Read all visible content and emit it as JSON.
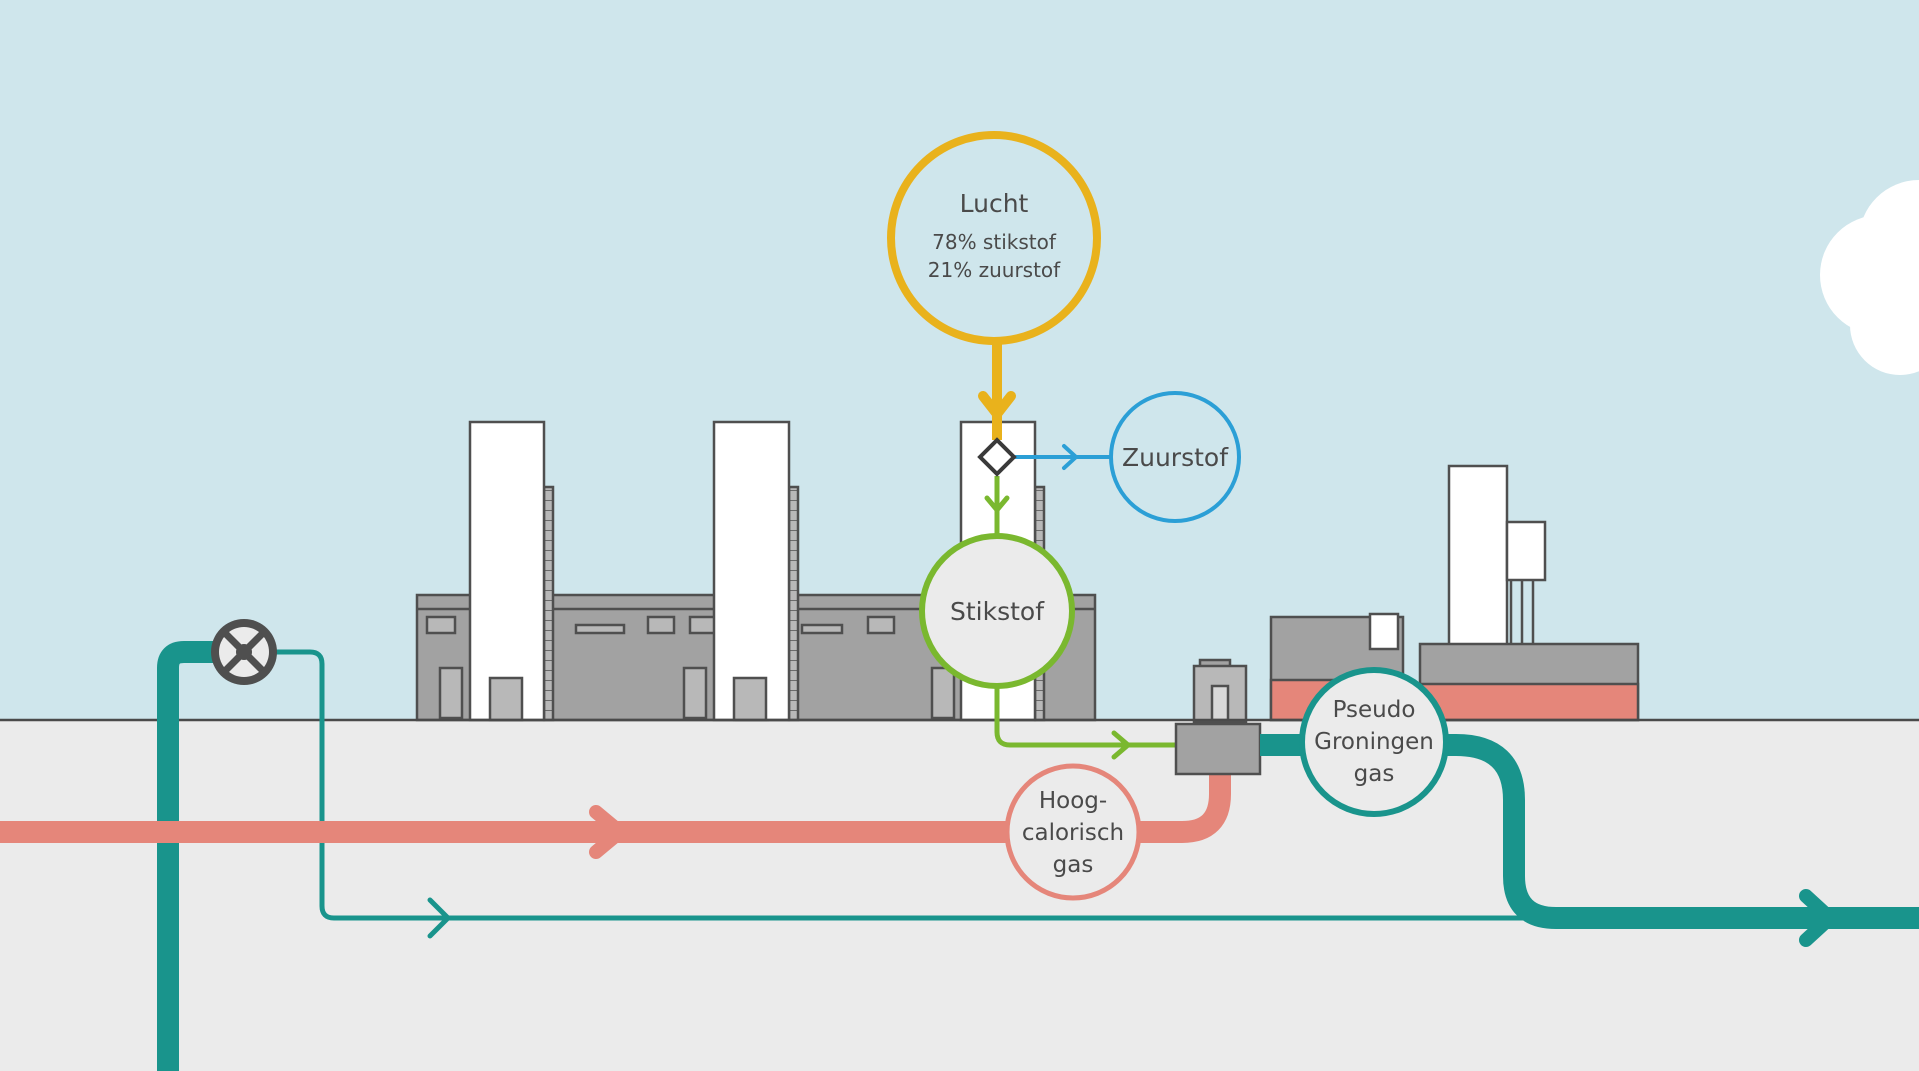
{
  "colors": {
    "sky": "#cfe6ec",
    "ground": "#ebebeb",
    "air": "#e9b21c",
    "oxygen": "#2b9fd6",
    "nitrogen": "#7ab82f",
    "teal": "#19948c",
    "high_calorific": "#e5867a",
    "building": "#a2a2a2",
    "outline": "#4f4f4f"
  },
  "icons": {
    "valve": "valve-icon",
    "mixer": "mixing-station",
    "splitter": "splitter-diamond"
  },
  "nodes": {
    "lucht": {
      "title": "Lucht",
      "line1": "78% stikstof",
      "line2": "21% zuurstof"
    },
    "zuurstof": {
      "label": "Zuurstof"
    },
    "stikstof": {
      "label": "Stikstof"
    },
    "hoogcalorisch": {
      "line1": "Hoog-",
      "line2": "calorisch",
      "line3": "gas"
    },
    "pseudo": {
      "line1": "Pseudo",
      "line2": "Groningen",
      "line3": "gas"
    }
  }
}
